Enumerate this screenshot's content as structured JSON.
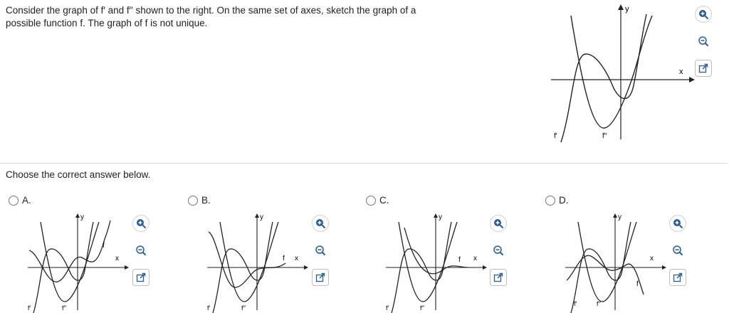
{
  "question": {
    "text_line1": "Consider the graph of f′ and f′′ shown to the right. On the same set of axes, sketch the graph of a",
    "text_line2": "possible function f. The graph of f is not unique."
  },
  "main_graph": {
    "y_label": "y",
    "x_label": "x",
    "fprime_label": "f′",
    "fdoubleprime_label": "f′′"
  },
  "prompt": "Choose the correct answer below.",
  "options": [
    {
      "letter": "A.",
      "f_label": "f",
      "x_label": "x",
      "y_label": "y",
      "fprime_label": "f′",
      "fdoubleprime_label": "f′′"
    },
    {
      "letter": "B.",
      "f_label": "f",
      "x_label": "x",
      "y_label": "y",
      "fprime_label": "f′",
      "fdoubleprime_label": "f′′"
    },
    {
      "letter": "C.",
      "f_label": "f",
      "x_label": "x",
      "y_label": "y",
      "fprime_label": "f′",
      "fdoubleprime_label": "f′′"
    },
    {
      "letter": "D.",
      "f_label": "f",
      "x_label": "x",
      "y_label": "y",
      "fprime_label": "f′",
      "fdoubleprime_label": "f′′"
    }
  ],
  "icons": {
    "zoom_in": "zoom-in-icon",
    "zoom_out": "zoom-out-icon",
    "popout": "popout-icon"
  },
  "colors": {
    "accent": "#1f4e79",
    "curve": "#1a1a1a",
    "icon": "#2b5d8c"
  }
}
